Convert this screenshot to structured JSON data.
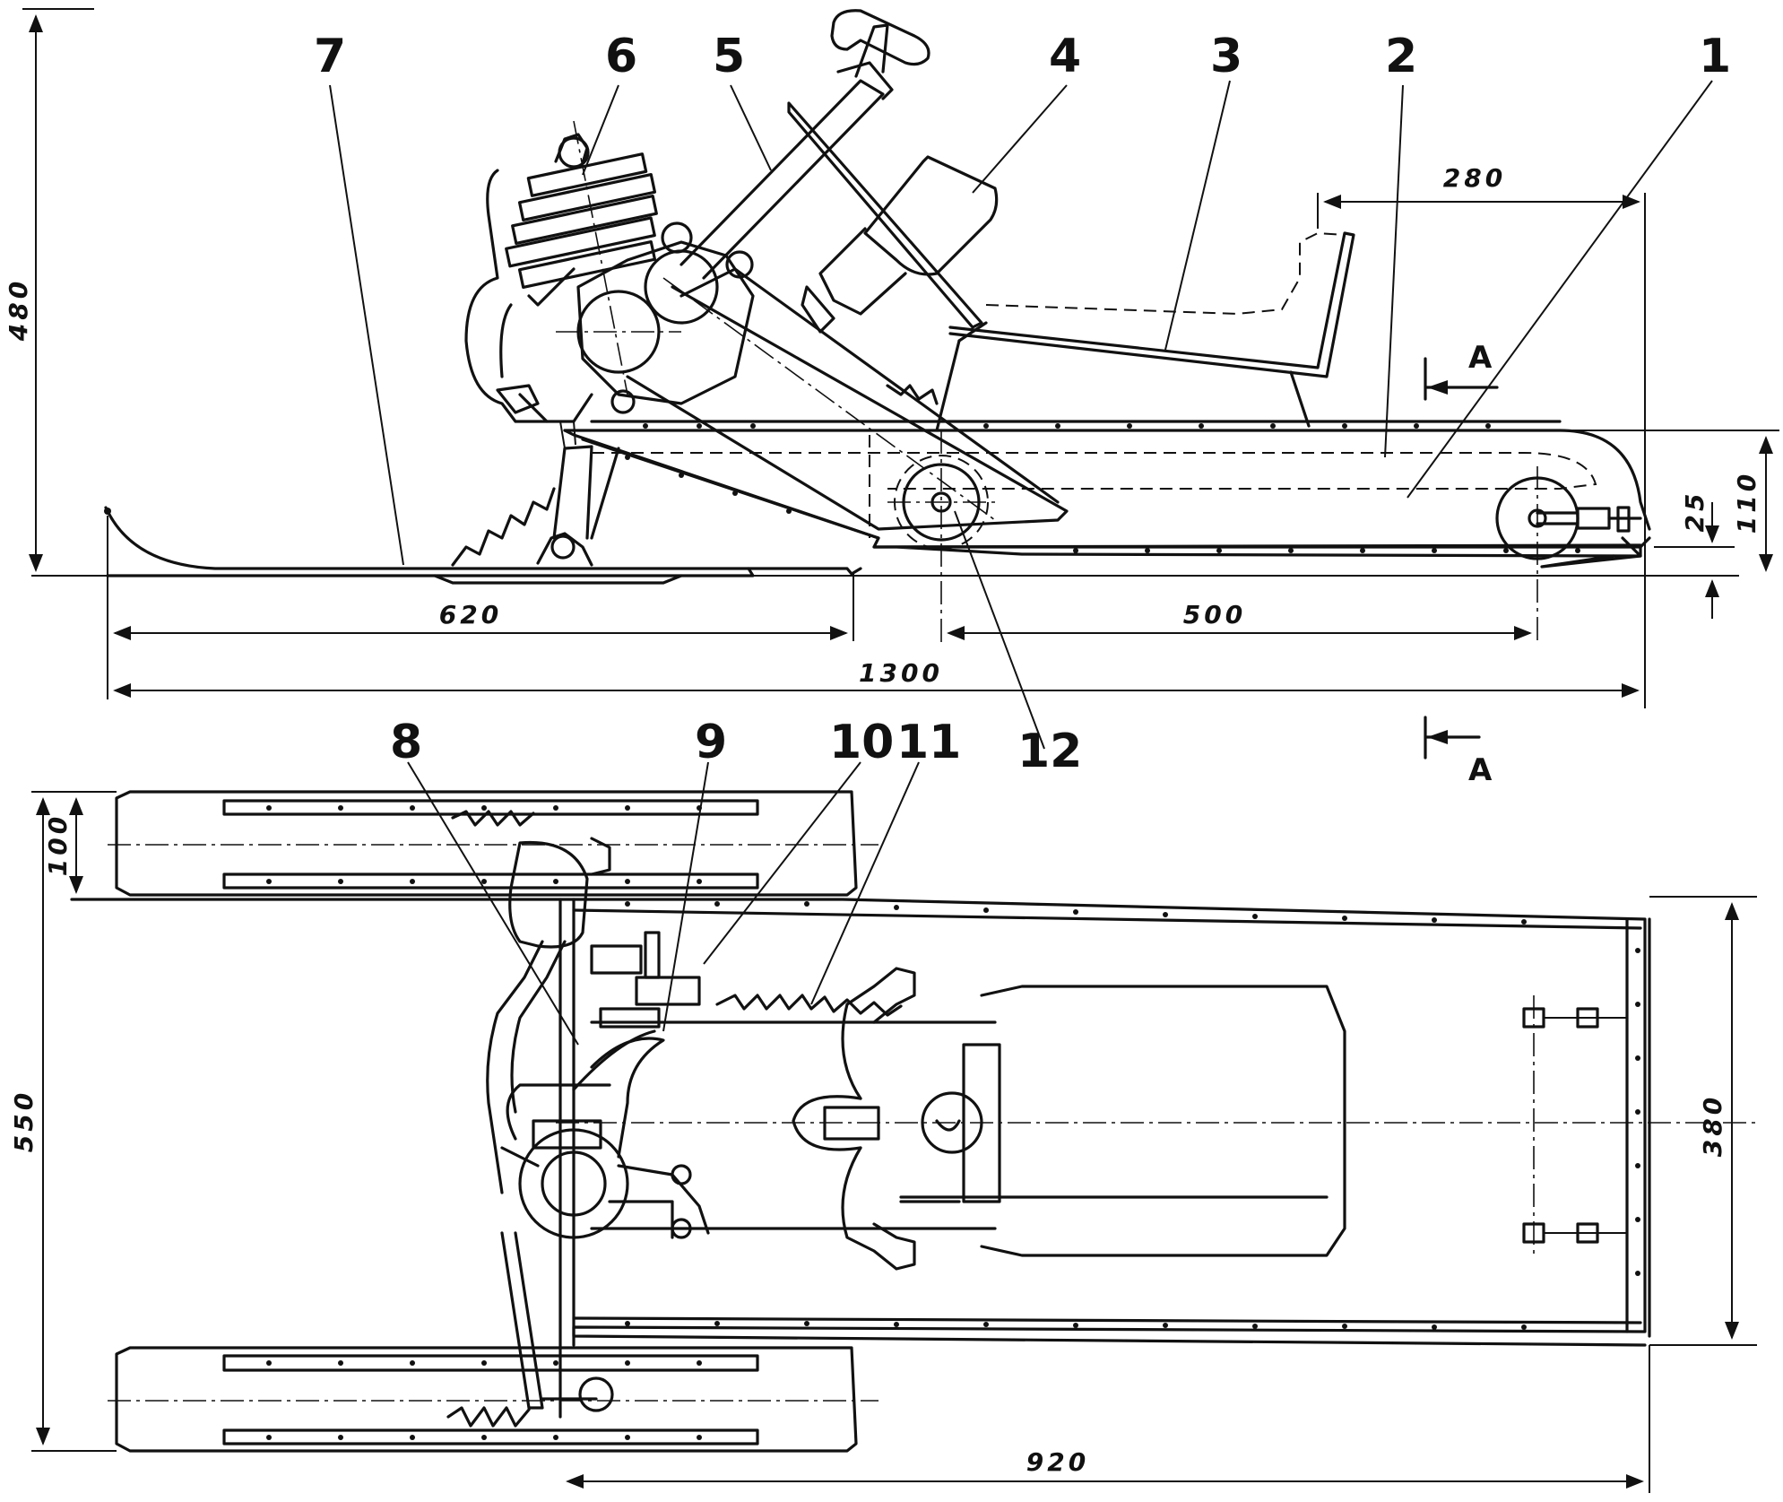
{
  "side_view": {
    "callouts": [
      "1",
      "2",
      "3",
      "4",
      "5",
      "6",
      "7",
      "12"
    ],
    "dimensions": {
      "height": "480",
      "seat_back": "280",
      "track_height": "110",
      "clearance": "25",
      "ski": "620",
      "axles": "500",
      "overall": "1300"
    },
    "section_mark": "A"
  },
  "top_view": {
    "callouts": [
      "8",
      "9",
      "10",
      "11"
    ],
    "dimensions": {
      "ski_width": "100",
      "overall_width": "550",
      "frame_width": "380",
      "frame_length": "920"
    }
  }
}
